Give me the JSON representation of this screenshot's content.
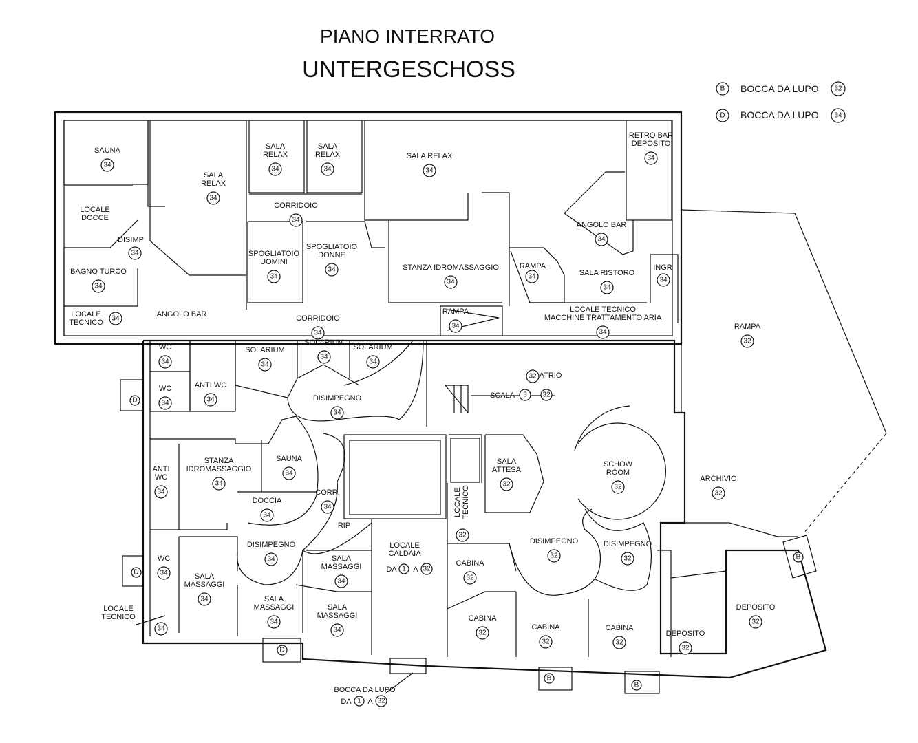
{
  "title": {
    "line1": "PIANO INTERRATO",
    "line2": "UNTERGESCHOSS"
  },
  "legend": [
    {
      "symbol": "B",
      "label": "BOCCA DA LUPO",
      "ref": "32"
    },
    {
      "symbol": "D",
      "label": "BOCCA DA LUPO",
      "ref": "34"
    }
  ],
  "rooms": [
    {
      "id": "sauna-1",
      "lines": [
        "SAUNA"
      ],
      "ref": "34"
    },
    {
      "id": "sala-relax-1",
      "lines": [
        "SALA",
        "RELAX"
      ],
      "ref": "34"
    },
    {
      "id": "sala-relax-2",
      "lines": [
        "SALA",
        "RELAX"
      ],
      "ref": "34"
    },
    {
      "id": "sala-relax-3",
      "lines": [
        "SALA",
        "RELAX"
      ],
      "ref": "34"
    },
    {
      "id": "sala-relax-4",
      "lines": [
        "SALA RELAX"
      ],
      "ref": "34"
    },
    {
      "id": "retro-bar",
      "lines": [
        "RETRO BAR",
        "DEPOSITO"
      ],
      "ref": "34"
    },
    {
      "id": "locale-docce",
      "lines": [
        "LOCALE",
        "DOCCE"
      ],
      "ref": ""
    },
    {
      "id": "disimp-1",
      "lines": [
        "DISIMP"
      ],
      "ref": "34"
    },
    {
      "id": "corridoio-1",
      "lines": [
        "CORRIDOIO"
      ],
      "ref": "34"
    },
    {
      "id": "angolo-bar-1",
      "lines": [
        "ANGOLO BAR"
      ],
      "ref": "34"
    },
    {
      "id": "spogliatoio-uomini",
      "lines": [
        "SPOGLIATOIO",
        "UOMINI"
      ],
      "ref": "34"
    },
    {
      "id": "spogliatoio-donne",
      "lines": [
        "SPOGLIATOIO",
        "DONNE"
      ],
      "ref": "34"
    },
    {
      "id": "stanza-idro-1",
      "lines": [
        "STANZA IDROMASSAGGIO"
      ],
      "ref": "34"
    },
    {
      "id": "rampa-1",
      "lines": [
        "RAMPA"
      ],
      "ref": "34"
    },
    {
      "id": "sala-ristoro",
      "lines": [
        "SALA RISTORO"
      ],
      "ref": "34"
    },
    {
      "id": "ingr",
      "lines": [
        "INGR"
      ],
      "ref": "34"
    },
    {
      "id": "bagno-turco",
      "lines": [
        "BAGNO TURCO"
      ],
      "ref": "34"
    },
    {
      "id": "locale-tecnico-1",
      "lines": [
        "LOCALE",
        "TECNICO"
      ],
      "ref": "34"
    },
    {
      "id": "angolo-bar-2",
      "lines": [
        "ANGOLO BAR"
      ],
      "ref": ""
    },
    {
      "id": "corridoio-2",
      "lines": [
        "CORRIDOIO"
      ],
      "ref": "34"
    },
    {
      "id": "rampa-2",
      "lines": [
        "RAMPA"
      ],
      "ref": "34"
    },
    {
      "id": "locale-tecnico-macchine",
      "lines": [
        "LOCALE TECNICO",
        "MACCHINE TRATTAMENTO ARIA"
      ],
      "ref": "34"
    },
    {
      "id": "rampa-3",
      "lines": [
        "RAMPA"
      ],
      "ref": "32"
    },
    {
      "id": "wc-1",
      "lines": [
        "WC"
      ],
      "ref": "34"
    },
    {
      "id": "wc-2",
      "lines": [
        "WC"
      ],
      "ref": "34"
    },
    {
      "id": "anti-wc-1",
      "lines": [
        "ANTI WC"
      ],
      "ref": "34"
    },
    {
      "id": "solarium-1",
      "lines": [
        "SOLARIUM"
      ],
      "ref": "34"
    },
    {
      "id": "solarium-2",
      "lines": [
        "SOLARIUM"
      ],
      "ref": "34"
    },
    {
      "id": "solarium-3",
      "lines": [
        "SOLARIUM"
      ],
      "ref": "34"
    },
    {
      "id": "disimpegno-1",
      "lines": [
        "DISIMPEGNO"
      ],
      "ref": "34"
    },
    {
      "id": "atrio",
      "lines": [
        "ATRIO"
      ],
      "ref": "32"
    },
    {
      "id": "anti-wc-2",
      "lines": [
        "ANTI",
        "WC"
      ],
      "ref": "34"
    },
    {
      "id": "stanza-idro-2",
      "lines": [
        "STANZA",
        "IDROMASSAGGIO"
      ],
      "ref": "34"
    },
    {
      "id": "sauna-2",
      "lines": [
        "SAUNA"
      ],
      "ref": "34"
    },
    {
      "id": "doccia",
      "lines": [
        "DOCCIA"
      ],
      "ref": "34"
    },
    {
      "id": "corr",
      "lines": [
        "CORR."
      ],
      "ref": "34"
    },
    {
      "id": "sala-attesa",
      "lines": [
        "SALA",
        "ATTESA"
      ],
      "ref": "32"
    },
    {
      "id": "schow-room",
      "lines": [
        "SCHOW",
        "ROOM"
      ],
      "ref": "32"
    },
    {
      "id": "archivio",
      "lines": [
        "ARCHIVIO"
      ],
      "ref": "32"
    },
    {
      "id": "locale-tecnico-2",
      "lines": [
        "LOCALE",
        "TECNICO"
      ],
      "ref": "32"
    },
    {
      "id": "rip",
      "lines": [
        "RIP"
      ],
      "ref": ""
    },
    {
      "id": "locale-caldaia",
      "lines": [
        "LOCALE",
        "CALDAIA"
      ],
      "ref": ""
    },
    {
      "id": "disimpegno-2",
      "lines": [
        "DISIMPEGNO"
      ],
      "ref": "34"
    },
    {
      "id": "disimpegno-3",
      "lines": [
        "DISIMPEGNO"
      ],
      "ref": "32"
    },
    {
      "id": "disimpegno-4",
      "lines": [
        "DISIMPEGNO"
      ],
      "ref": "32"
    },
    {
      "id": "wc-3",
      "lines": [
        "WC"
      ],
      "ref": "34"
    },
    {
      "id": "sala-massaggi-1",
      "lines": [
        "SALA",
        "MASSAGGI"
      ],
      "ref": "34"
    },
    {
      "id": "sala-massaggi-2",
      "lines": [
        "SALA",
        "MASSAGGI"
      ],
      "ref": "34"
    },
    {
      "id": "sala-massaggi-3",
      "lines": [
        "SALA",
        "MASSAGGI"
      ],
      "ref": "34"
    },
    {
      "id": "sala-massaggi-4",
      "lines": [
        "SALA",
        "MASSAGGI"
      ],
      "ref": "34"
    },
    {
      "id": "cabina-1",
      "lines": [
        "CABINA"
      ],
      "ref": "32"
    },
    {
      "id": "cabina-2",
      "lines": [
        "CABINA"
      ],
      "ref": "32"
    },
    {
      "id": "cabina-3",
      "lines": [
        "CABINA"
      ],
      "ref": "32"
    },
    {
      "id": "cabina-4",
      "lines": [
        "CABINA"
      ],
      "ref": "32"
    },
    {
      "id": "deposito-1",
      "lines": [
        "DEPOSITO"
      ],
      "ref": "32"
    },
    {
      "id": "deposito-2",
      "lines": [
        "DEPOSITO"
      ],
      "ref": "32"
    },
    {
      "id": "locale-tecnico-3",
      "lines": [
        "LOCALE",
        "TECNICO"
      ],
      "ref": "34"
    }
  ],
  "scala": {
    "label": "SCALA",
    "from": "3",
    "to": "32"
  },
  "caldaia_range": {
    "prefix": "DA",
    "from": "1",
    "mid": "A",
    "to": "32"
  },
  "bocca_callout": {
    "line1": "BOCCA DA LUPO",
    "prefix": "DA",
    "from": "1",
    "mid": "A",
    "to": "32"
  },
  "openings": {
    "B": "B",
    "D": "D"
  }
}
